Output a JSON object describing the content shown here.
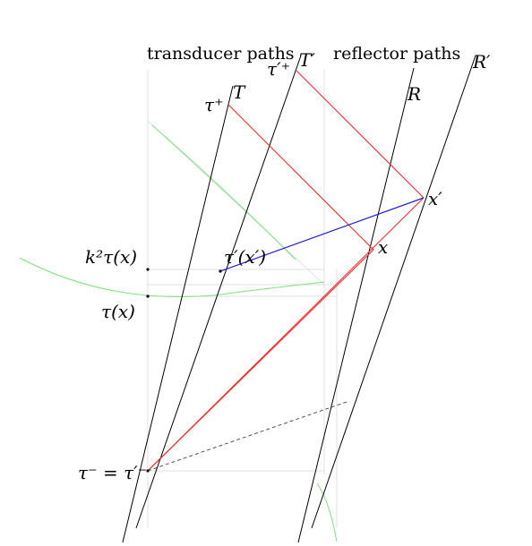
{
  "headings": {
    "transducer": "transducer paths",
    "reflector": "reflector paths"
  },
  "labels": {
    "T": "T",
    "T_prime": "T′",
    "R": "R",
    "R_prime": "R′",
    "tau_plus": "τ⁺",
    "tau_prime_plus": "τ′⁺",
    "x": "x",
    "x_prime": "x′",
    "tau_prime_x_prime": "τ′(x′)",
    "k2_tau_x": "k²τ(x)",
    "tau_x": "τ(x)",
    "tau_minus_eq": "τ⁻ = τ′⁻"
  },
  "colors": {
    "ink": "#000000",
    "signal": "#ff2020",
    "simultaneity": "#2020d0",
    "hyperbola": "#7ee07e",
    "guide": "#d8d8d8",
    "dashed": "#404040"
  }
}
